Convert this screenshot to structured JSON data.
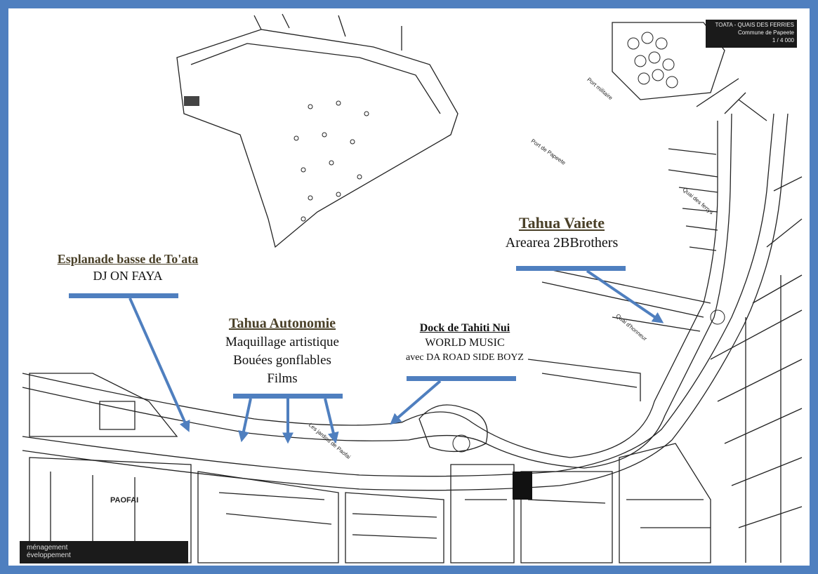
{
  "map_sheet": {
    "title": "TOATA - QUAIS DES FERRIES",
    "subtitle": "Commune de Papeete",
    "scale": "1 / 4 000"
  },
  "credit": {
    "line1": "ménagement",
    "line2": "éveloppement"
  },
  "map_labels": {
    "port": "Port de Papeete",
    "quai_ferrys": "Quai des ferrys",
    "quai_honneur": "Quai d'honneur",
    "paofai": "PAOFAI",
    "fort_militaire": "Port militaire",
    "jardins": "Les jardins de Paofai"
  },
  "callouts": {
    "esplanade": {
      "title": "Esplanade basse de To'ata",
      "lines": [
        "DJ ON FAYA"
      ]
    },
    "autonomie": {
      "title": "Tahua Autonomie",
      "lines": [
        "Maquillage artistique",
        "Bouées gonflables",
        "Films"
      ]
    },
    "dock": {
      "title": "Dock de Tahiti Nui",
      "lines": [
        "WORLD MUSIC",
        "avec DA ROAD SIDE BOYZ"
      ]
    },
    "vaiete": {
      "title": "Tahua Vaiete",
      "lines": [
        "Arearea 2BBrothers"
      ]
    }
  },
  "colors": {
    "frame": "#4f7fbf",
    "arrow": "#4f7fbf",
    "title_text": "#4a4028",
    "map_ink": "#222222"
  }
}
